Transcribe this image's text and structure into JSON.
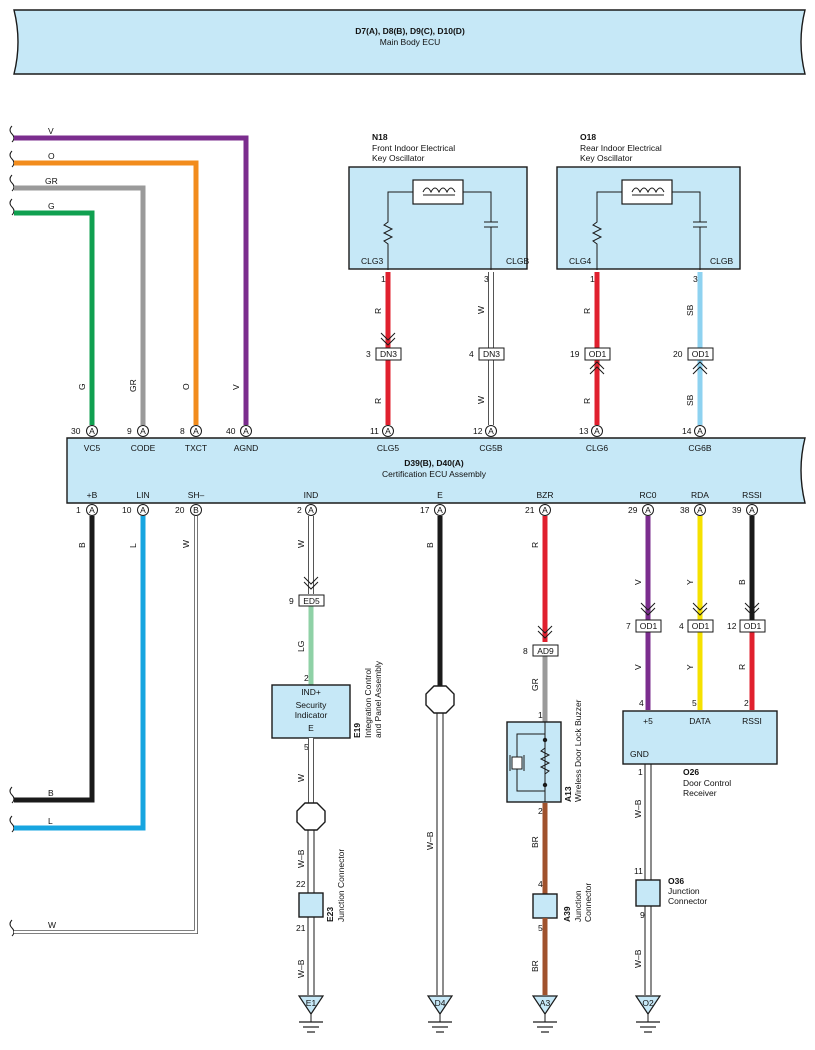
{
  "main_ecu": {
    "code": "D7(A), D8(B), D9(C), D10(D)",
    "name": "Main Body ECU"
  },
  "cert_ecu": {
    "code": "D39(B), D40(A)",
    "name": "Certification ECU Assembly"
  },
  "n18": {
    "code": "N18",
    "name1": "Front Indoor Electrical",
    "name2": "Key Oscillator",
    "pin_left": "CLG3",
    "pin_right": "CLGB"
  },
  "o18": {
    "code": "O18",
    "name1": "Rear Indoor Electrical",
    "name2": "Key Oscillator",
    "pin_left": "CLG4",
    "pin_right": "CLGB"
  },
  "top_terms": [
    {
      "num": "30",
      "con": "A",
      "name": "VC5",
      "wire": "G"
    },
    {
      "num": "9",
      "con": "A",
      "name": "CODE",
      "wire": "GR"
    },
    {
      "num": "8",
      "con": "A",
      "name": "TXCT",
      "wire": "O"
    },
    {
      "num": "40",
      "con": "A",
      "name": "AGND",
      "wire": "V"
    },
    {
      "num": "11",
      "con": "A",
      "name": "CLG5",
      "wire": "R"
    },
    {
      "num": "12",
      "con": "A",
      "name": "CG5B",
      "wire": "W"
    },
    {
      "num": "13",
      "con": "A",
      "name": "CLG6",
      "wire": "R"
    },
    {
      "num": "14",
      "con": "A",
      "name": "CG6B",
      "wire": "SB"
    }
  ],
  "left_wires_top": [
    "V",
    "O",
    "GR",
    "G"
  ],
  "left_wires_bottom": [
    "B",
    "L",
    "W"
  ],
  "osc_pins": {
    "n_left": "1",
    "n_right": "3",
    "o_left": "1",
    "o_right": "3"
  },
  "osc_wires": {
    "n_left": "R",
    "n_right": "W",
    "o_left": "R",
    "o_right": "SB"
  },
  "conn_dn3_left": {
    "num": "3",
    "name": "DN3"
  },
  "conn_dn3_right": {
    "num": "4",
    "name": "DN3"
  },
  "conn_od1_a": {
    "num": "19",
    "name": "OD1"
  },
  "conn_od1_b": {
    "num": "20",
    "name": "OD1"
  },
  "bot_terms": [
    {
      "num": "1",
      "con": "A",
      "name": "+B",
      "wire": "B"
    },
    {
      "num": "10",
      "con": "A",
      "name": "LIN",
      "wire": "L"
    },
    {
      "num": "20",
      "con": "B",
      "name": "SH–",
      "wire": "W"
    },
    {
      "num": "2",
      "con": "A",
      "name": "IND",
      "wire": "W"
    },
    {
      "num": "17",
      "con": "A",
      "name": "E",
      "wire": "B"
    },
    {
      "num": "21",
      "con": "A",
      "name": "BZR",
      "wire": "R"
    },
    {
      "num": "29",
      "con": "A",
      "name": "RC0",
      "wire": "V"
    },
    {
      "num": "38",
      "con": "A",
      "name": "RDA",
      "wire": "Y"
    },
    {
      "num": "39",
      "con": "A",
      "name": "RSSI",
      "wire": "B"
    }
  ],
  "ed5": {
    "num": "9",
    "name": "ED5",
    "wire_after": "LG"
  },
  "ad9": {
    "num": "8",
    "name": "AD9",
    "wire_after": "GR"
  },
  "od1_lower": [
    {
      "num": "7",
      "name": "OD1",
      "wire_after": "V"
    },
    {
      "num": "4",
      "name": "OD1",
      "wire_after": "Y"
    },
    {
      "num": "12",
      "name": "OD1",
      "wire_after": "R"
    }
  ],
  "e19": {
    "code": "E19",
    "desc1": "Integration Control",
    "desc2": "and Panel Assembly",
    "line1": "IND+",
    "line2": "Security",
    "line3": "Indicator",
    "line4": "E",
    "pin_top": "2",
    "pin_bot": "5",
    "wire_out": "W"
  },
  "e23": {
    "code": "E23",
    "desc": "Junction Connector",
    "pin_top": "22",
    "pin_bot": "21",
    "wire_in": "W–B",
    "wire_out": "W–B",
    "ground": "E1"
  },
  "ground_d4": {
    "wire": "W–B",
    "name": "D4"
  },
  "a13": {
    "code": "A13",
    "desc": "Wireless Door Lock Buzzer",
    "pin_top": "1",
    "pin_bot": "2",
    "wire_out": "BR"
  },
  "a39": {
    "code": "A39",
    "desc1": "Junction",
    "desc2": "Connector",
    "pin_top": "4",
    "pin_bot": "5",
    "wire_out": "BR",
    "ground": "A3"
  },
  "o26": {
    "code": "O26",
    "desc1": "Door Control",
    "desc2": "Receiver",
    "pin_plus5": "+5",
    "pin_data": "DATA",
    "pin_rssi": "RSSI",
    "pin_gnd": "GND",
    "num_plus5": "4",
    "num_data": "5",
    "num_rssi": "2",
    "num_gnd": "1",
    "wire_out": "W–B"
  },
  "o36": {
    "code": "O36",
    "desc1": "Junction",
    "desc2": "Connector",
    "pin_top": "11",
    "pin_bot": "9",
    "wire_out": "W–B",
    "ground": "O2"
  },
  "colors": {
    "V": "#7b2d8e",
    "O": "#f28c1d",
    "GR": "#9a9a9a",
    "G": "#10a050",
    "R": "#e0202e",
    "SB": "#8ed2f0",
    "B": "#1a1a1a",
    "L": "#17a5e0",
    "LG": "#8fd1a6",
    "Y": "#f5e100",
    "BR": "#a0522d",
    "box": "#c6e8f7"
  }
}
